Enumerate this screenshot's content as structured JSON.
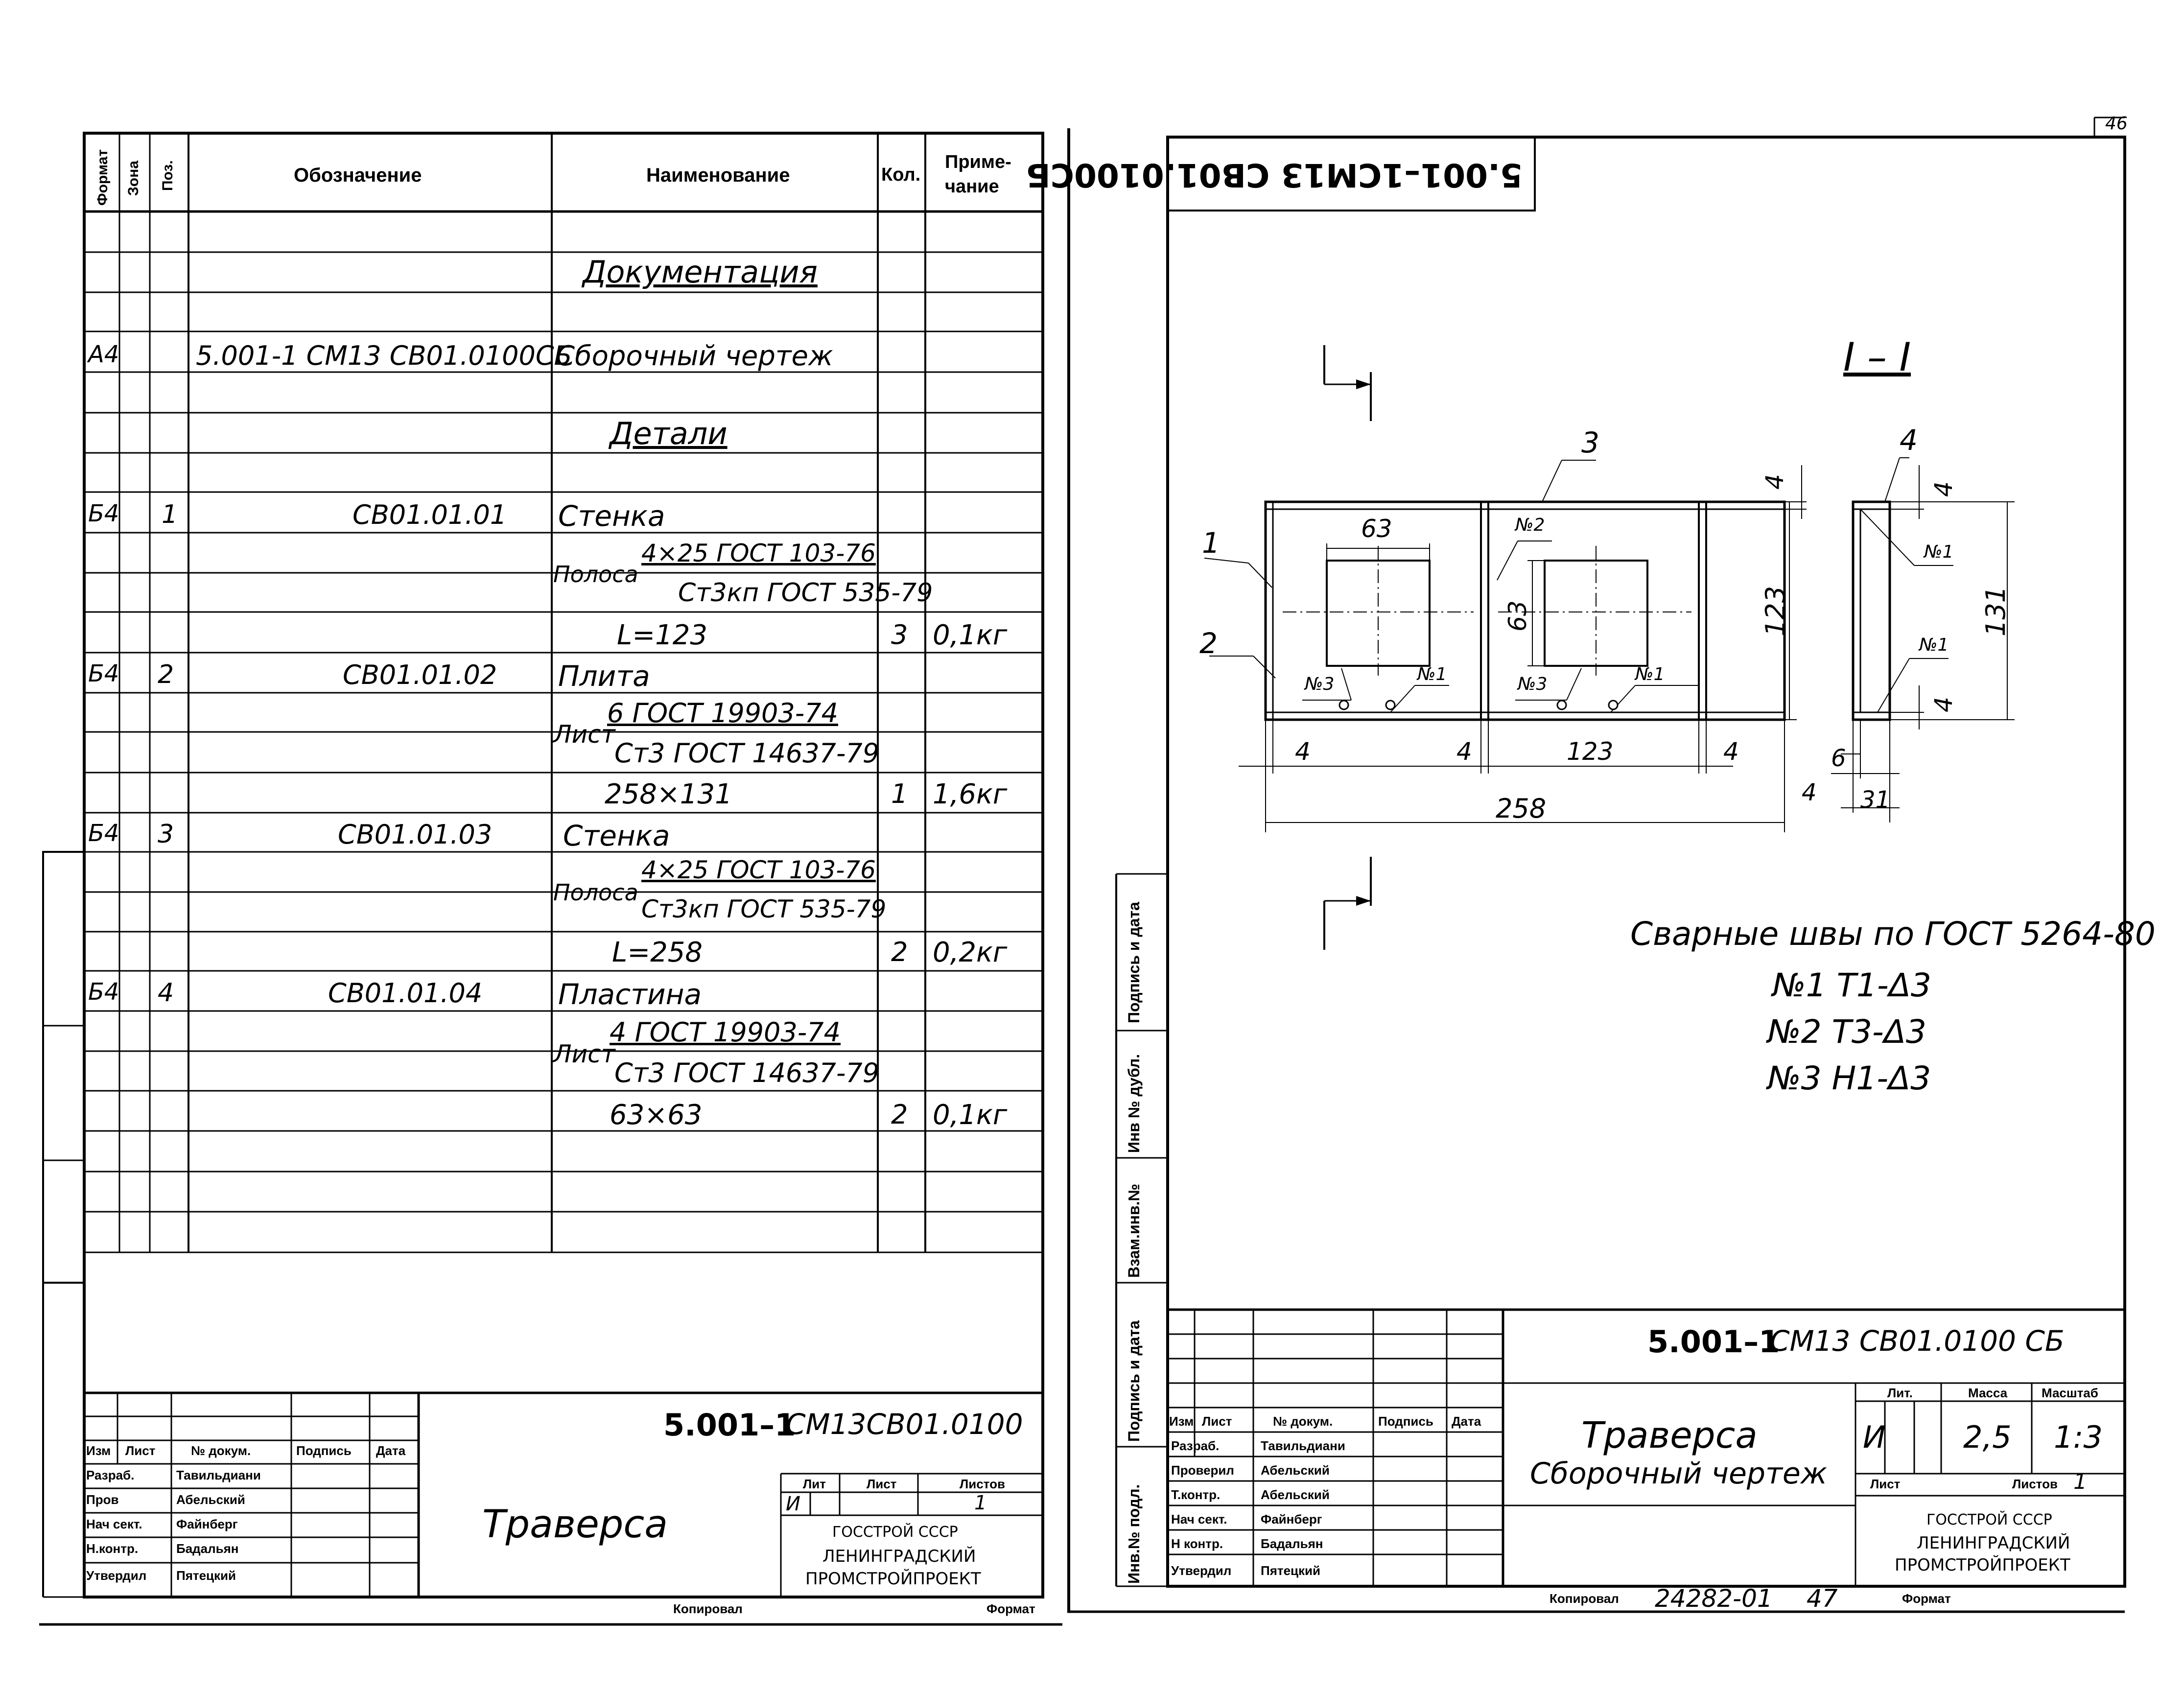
{
  "page_number": "46",
  "spec": {
    "headers": {
      "format": "Формат",
      "zone": "Зона",
      "pos": "Поз.",
      "designation": "Обозначение",
      "name": "Наименование",
      "qty": "Кол.",
      "note_line1": "Приме-",
      "note_line2": "чание"
    },
    "section_docs": "Документация",
    "section_parts": "Детали",
    "doc_row": {
      "format": "А4",
      "designation": "5.001-1 СМ13 СВ01.0100СБ",
      "name": "Сборочный чертеж"
    },
    "parts": [
      {
        "format": "Б4",
        "pos": "1",
        "designation": "СВ01.01.01",
        "name": "Стенка",
        "material_prefix": "Полоса",
        "material_top": "4×25 ГОСТ 103-76",
        "material_bottom": "Ст3кп ГОСТ 535-79",
        "size": "L=123",
        "qty": "3",
        "note": "0,1кг"
      },
      {
        "format": "Б4",
        "pos": "2",
        "designation": "СВ01.01.02",
        "name": "Плита",
        "material_prefix": "Лист",
        "material_top": "6 ГОСТ 19903-74",
        "material_bottom": "Ст3 ГОСТ 14637-79",
        "size": "258×131",
        "qty": "1",
        "note": "1,6кг"
      },
      {
        "format": "Б4",
        "pos": "3",
        "designation": "СВ01.01.03",
        "name": "Стенка",
        "material_prefix": "Полоса",
        "material_top": "4×25 ГОСТ 103-76",
        "material_bottom": "Ст3кп ГОСТ 535-79",
        "size": "L=258",
        "qty": "2",
        "note": "0,2кг"
      },
      {
        "format": "Б4",
        "pos": "4",
        "designation": "СВ01.01.04",
        "name": "Пластина",
        "material_prefix": "Лист",
        "material_top": "4 ГОСТ 19903-74",
        "material_bottom": "Ст3 ГОСТ 14637-79",
        "size": "63×63",
        "qty": "2",
        "note": "0,1кг"
      }
    ],
    "title_block": {
      "code_bold": "5.001–1",
      "code_hand": "СМ13СВ01.0100",
      "title": "Траверса",
      "col_izm": "Изм",
      "col_list": "Лист",
      "col_doc": "№ докум.",
      "col_sign": "Подпись",
      "col_date": "Дата",
      "roles": [
        "Разраб.",
        "Пров",
        "Нач сект.",
        "Н.контр.",
        "Утвердил"
      ],
      "names": [
        "Тавильдиани",
        "Абельский",
        "Файнберг",
        "Бадальян",
        "Пятецкий"
      ],
      "lit_label": "Лит",
      "sheet_label": "Лист",
      "sheets_label": "Листов",
      "lit_value": "И",
      "sheets_value": "1",
      "org_line1": "ГОССТРОЙ СССР",
      "org_line2": "ЛЕНИНГРАДСКИЙ",
      "org_line3": "ПРОМСТРОЙПРОЕКТ",
      "copied": "Копировал",
      "format_label": "Формат"
    }
  },
  "drawing": {
    "stamp": "5.001–1СМ13 СВ01.0100СБ",
    "section_label": "I – I",
    "section_marker": "I",
    "callouts": [
      "1",
      "2",
      "3",
      "4"
    ],
    "weld_marks": [
      "№1",
      "№2",
      "№3"
    ],
    "dims": {
      "d63_top": "63",
      "d63_side": "63",
      "d123_v": "123",
      "d4_top": "4",
      "d4_left": "4",
      "d4_mid": "4",
      "d123_h": "123",
      "d4_right": "4",
      "d258": "258",
      "d131": "131",
      "d4_sec_top": "4",
      "d4_sec_bot": "4",
      "d6": "6",
      "d4_sec_low": "4",
      "d31": "31"
    },
    "weld_notes": {
      "title": "Сварные швы по ГОСТ 5264-80",
      "n1": "№1 Т1-Δ3",
      "n2": "№2 Т3-Δ3",
      "n3": "№3 Н1-Δ3"
    },
    "side_labels": [
      "Подпись и дата",
      "Инв № дубл.",
      "Взам.инв.№",
      "Подпись и дата",
      "Инв.№ подл."
    ],
    "title_block": {
      "code_bold": "5.001–1",
      "code_hand": "СМ13 СВ01.0100 СБ",
      "title_line1": "Траверса",
      "title_line2": "Сборочный чертеж",
      "col_izm": "Изм",
      "col_list": "Лист",
      "col_doc": "№ докум.",
      "col_sign": "Подпись",
      "col_date": "Дата",
      "roles": [
        "Разраб.",
        "Проверил",
        "Т.контр.",
        "Нач сект.",
        "Н контр.",
        "Утвердил"
      ],
      "names": [
        "Тавильдиани",
        "Абельский",
        "Абельский",
        "Файнберг",
        "Бадальян",
        "Пятецкий"
      ],
      "lit_label": "Лит.",
      "mass_label": "Масса",
      "scale_label": "Масштаб",
      "lit_value": "И",
      "mass_value": "2,5",
      "scale_value": "1:3",
      "sheet_label": "Лист",
      "sheets_label": "Листов",
      "sheets_value": "1",
      "org_line1": "ГОССТРОЙ СССР",
      "org_line2": "ЛЕНИНГРАДСКИЙ",
      "org_line3": "ПРОМСТРОЙПРОЕКТ",
      "copied": "Копировал",
      "copied_hand": "24282-01",
      "copied_num": "47",
      "format_label": "Формат"
    }
  }
}
